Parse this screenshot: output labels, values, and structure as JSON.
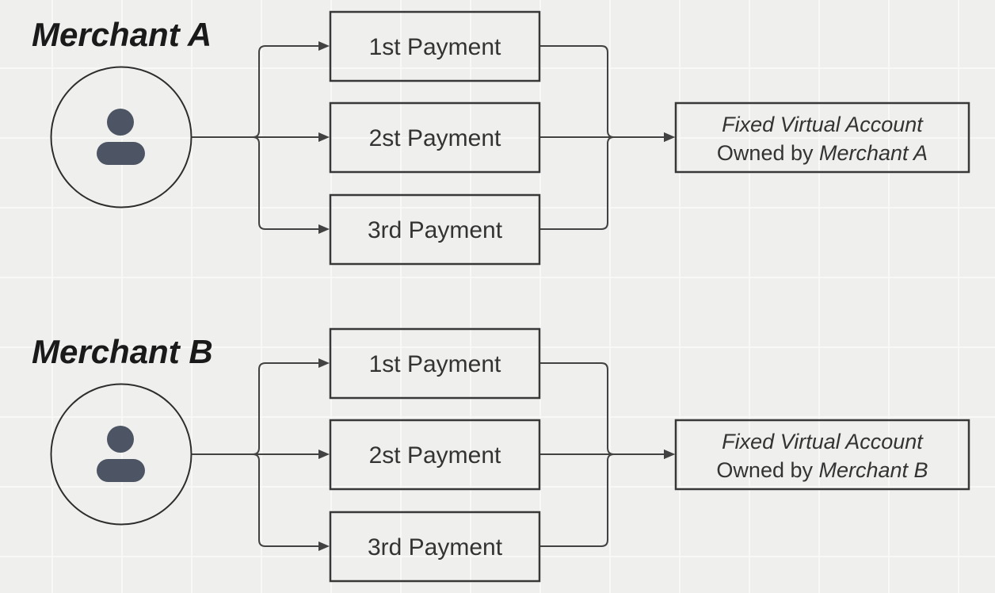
{
  "colors": {
    "canvas-bg": "#efefed",
    "grid-line": "#f8f8f6",
    "shape-stroke": "#383838",
    "connector": "#424242",
    "text-color": "#333333",
    "label-color": "#1a1a1a",
    "person-fill": "#4d5565"
  },
  "diagram": {
    "type": "flow-diagram",
    "merchants": [
      {
        "label": "Merchant A",
        "payments": [
          "1st Payment",
          "2st Payment",
          "3rd Payment"
        ],
        "account": {
          "line1": "Fixed Virtual Account",
          "line2_prefix": "Owned by ",
          "line2_owner": "Merchant A"
        }
      },
      {
        "label": "Merchant B",
        "payments": [
          "1st Payment",
          "2st Payment",
          "3rd Payment"
        ],
        "account": {
          "line1": "Fixed Virtual Account",
          "line2_prefix": "Owned by ",
          "line2_owner": "Merchant B"
        }
      }
    ]
  }
}
